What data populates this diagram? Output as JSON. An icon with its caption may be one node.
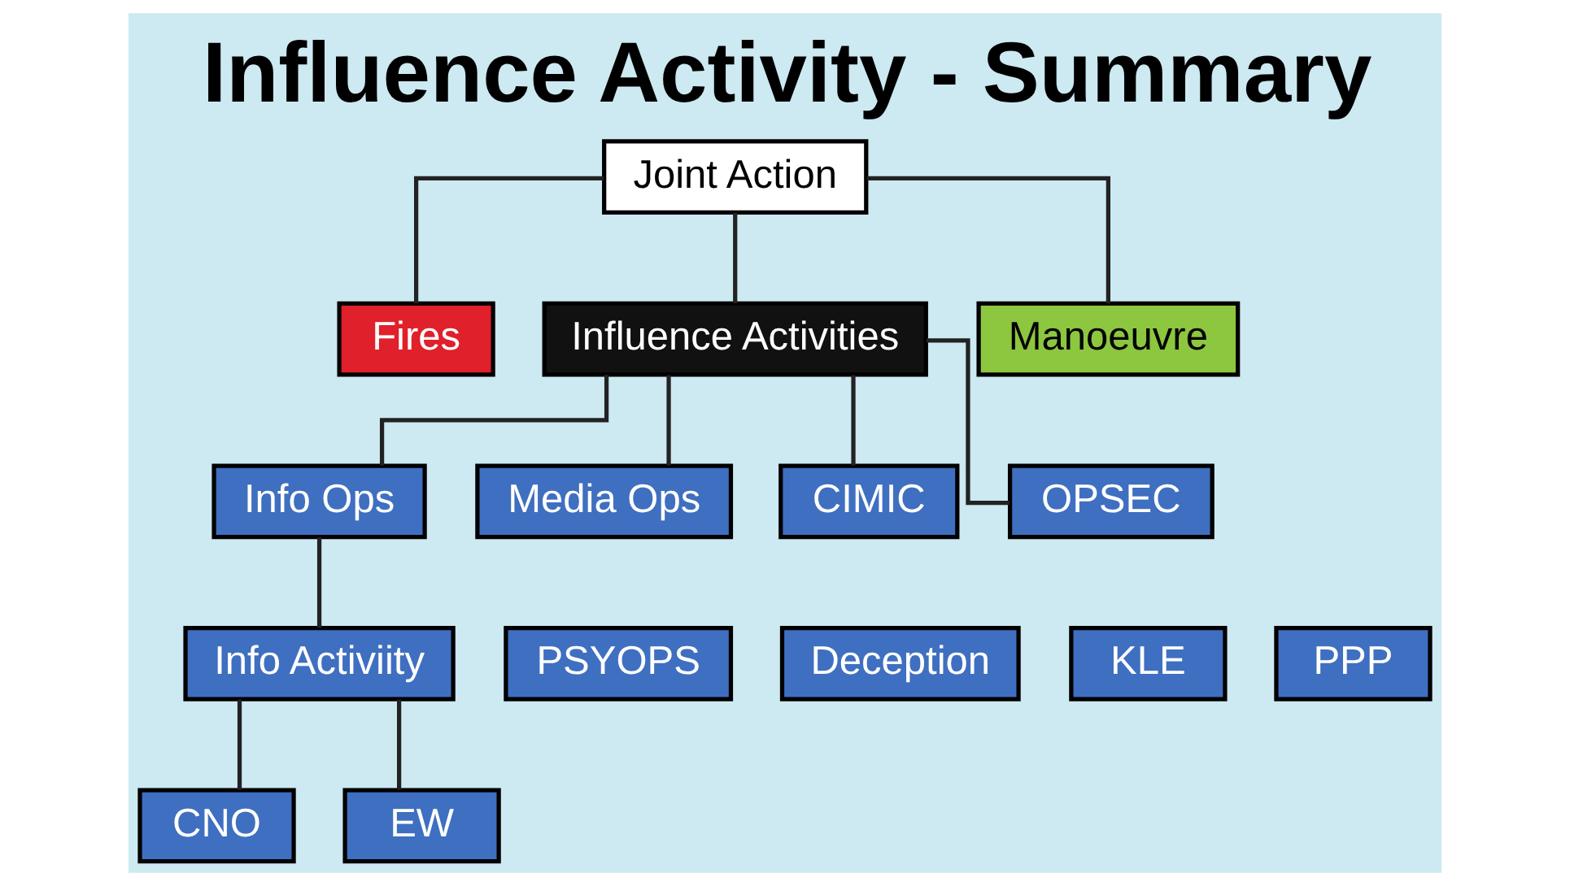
{
  "diagram": {
    "title": "Influence Activity - Summary",
    "nodes": [
      {
        "text": [
          "Joint Action"
        ]
      },
      {
        "text": [
          "Fires"
        ]
      },
      {
        "text": [
          "Influence Activities"
        ]
      },
      {
        "text": [
          "Manoeuvre"
        ]
      },
      {
        "text": [
          "Info Ops"
        ]
      },
      {
        "text": [
          "Media Ops"
        ]
      },
      {
        "text": [
          "CIMIC"
        ]
      },
      {
        "text": [
          "OPSEC"
        ]
      },
      {
        "text": [
          "PSYOPS"
        ]
      },
      {
        "text": [
          "Info Activiity"
        ]
      },
      {
        "text": [
          "Deception"
        ]
      },
      {
        "text": [
          "KLE"
        ]
      },
      {
        "text": [
          "PPP"
        ]
      },
      {
        "text": [
          "CNO"
        ]
      },
      {
        "text": [
          "EW"
        ]
      }
    ],
    "edges": [
      {
        "from": 0,
        "to": 1,
        "arrow": "none"
      },
      {
        "from": 0,
        "to": 2,
        "arrow": "none"
      },
      {
        "from": 0,
        "to": 3,
        "arrow": "none"
      },
      {
        "from": 2,
        "to": 4,
        "arrow": "none"
      },
      {
        "from": 2,
        "to": 5,
        "arrow": "none"
      },
      {
        "from": 2,
        "to": 6,
        "arrow": "none"
      },
      {
        "from": 2,
        "to": 7,
        "arrow": "none"
      },
      {
        "from": 4,
        "to": 9,
        "arrow": "none"
      },
      {
        "from": 9,
        "to": 13,
        "arrow": "none"
      },
      {
        "from": 9,
        "to": 14,
        "arrow": "none"
      }
    ]
  }
}
